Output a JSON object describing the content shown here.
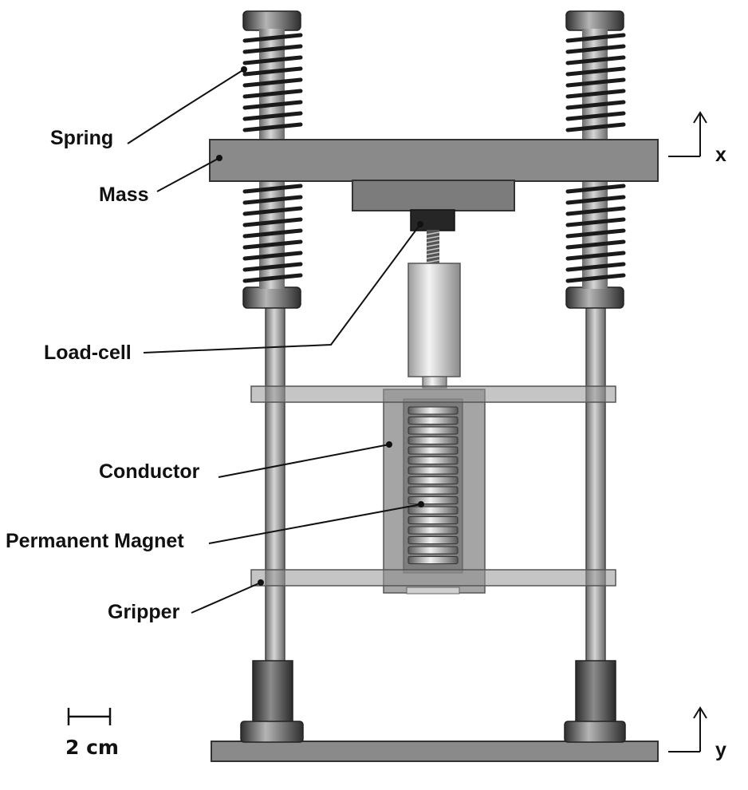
{
  "labels": {
    "spring": "Spring",
    "mass": "Mass",
    "load_cell": "Load-cell",
    "conductor": "Conductor",
    "permanent_magnet": "Permanent Magnet",
    "gripper": "Gripper"
  },
  "axes": {
    "x": "x",
    "y": "y"
  },
  "scale_bar": {
    "label": "2 cm"
  },
  "colors": {
    "plate": "#8a8a8a",
    "dark_metal": "#3c3c3c",
    "light_metal": "#d8d8d8",
    "spring_coil": "#1a1a1a",
    "conductor": "#a5a5a5"
  }
}
